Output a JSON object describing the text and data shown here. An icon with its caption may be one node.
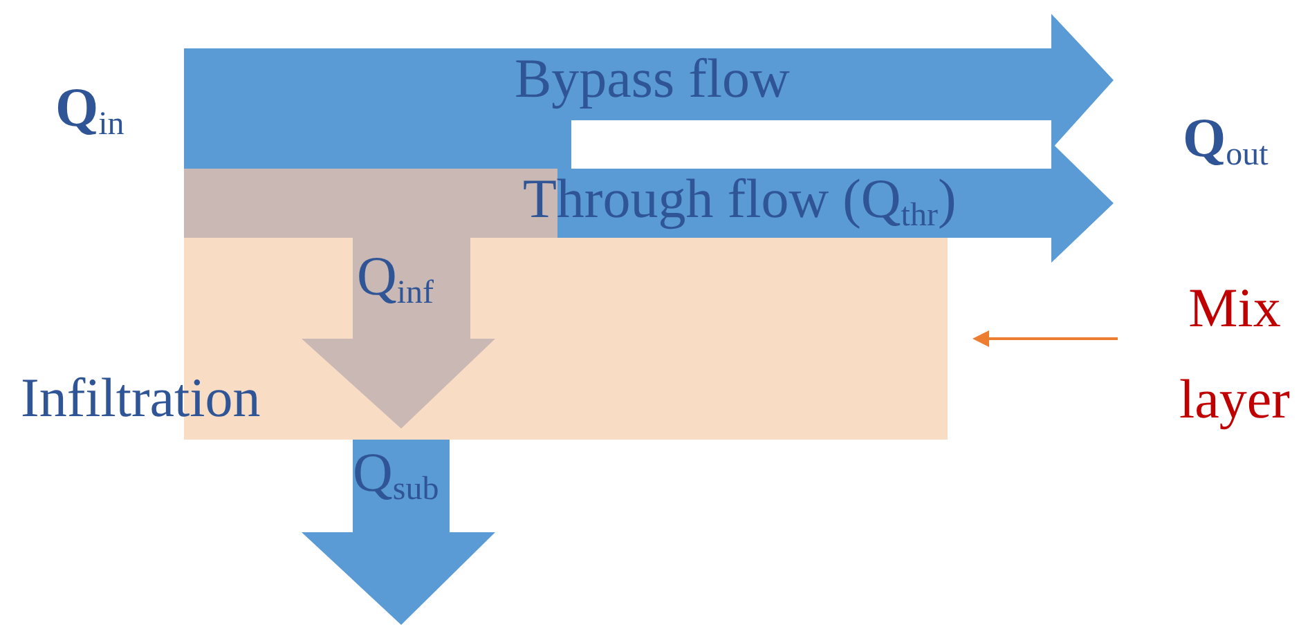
{
  "diagram": {
    "nodes": [
      {
        "text": [
          "Mix layer"
        ]
      },
      {
        "text": [],
        "shape": "box"
      }
    ],
    "edges": [
      {
        "from": 0,
        "to": 1,
        "arrow": "to",
        "color": "#ed7d31"
      }
    ],
    "labels": [
      "**Q**$_{in}$",
      "Bypass flow",
      "**Q**$_{out}$",
      "Through flow (Q$_{thr}$)",
      "Q$_{inf}$",
      "Infiltration",
      "Q$_{sub}$"
    ]
  }
}
